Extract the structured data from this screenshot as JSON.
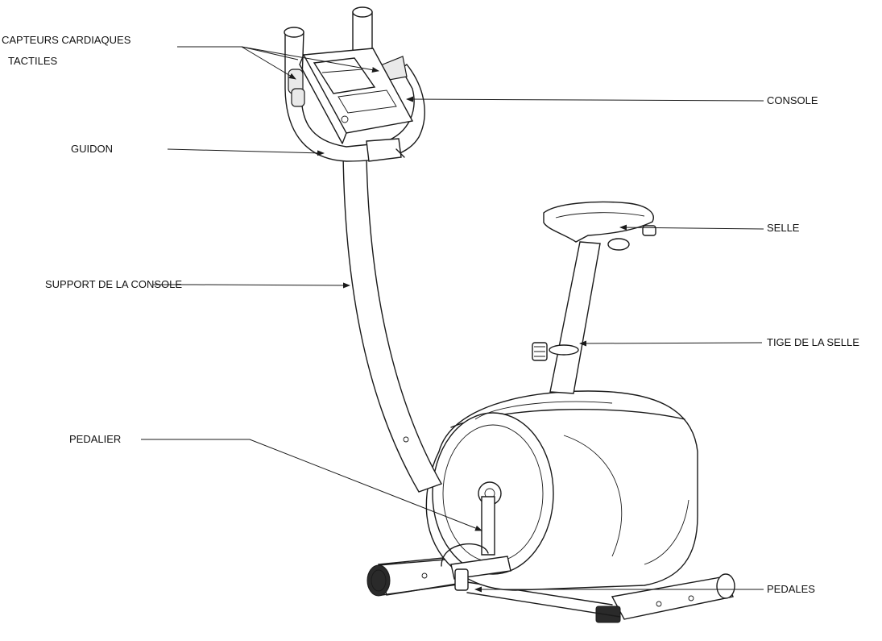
{
  "labels": {
    "capteurs_line1": "CAPTEURS CARDIAQUES",
    "capteurs_line2": "TACTILES",
    "console": "CONSOLE",
    "guidon": "GUIDON",
    "selle": "SELLE",
    "support_console": "SUPPORT DE LA CONSOLE",
    "tige_selle": "TIGE DE LA SELLE",
    "pedalier": "PEDALIER",
    "pedales": "PEDALES"
  }
}
